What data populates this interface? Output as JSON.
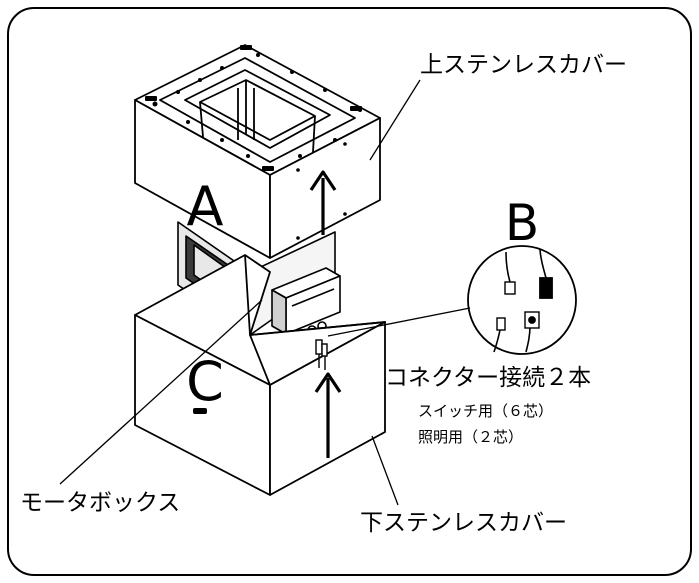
{
  "labels": {
    "upper_cover": "上ステンレスカバー",
    "lower_cover": "下ステンレスカバー",
    "motor_box": "モータボックス",
    "connector": "コネクター接続２本",
    "switch_wire": "スイッチ用（６芯）",
    "light_wire": "照明用（２芯）"
  },
  "markers": {
    "a": "A",
    "b": "B",
    "c": "C"
  },
  "colors": {
    "stroke": "#000000",
    "background": "#ffffff",
    "shade": "#3a3a3a"
  }
}
